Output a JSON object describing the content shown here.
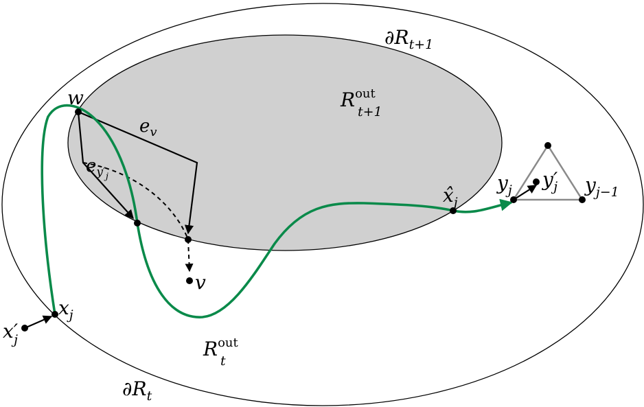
{
  "labels": {
    "outer_boundary": {
      "sym": "∂R",
      "sub": "t+1"
    },
    "inner_region": {
      "sym": "R",
      "sup": "out",
      "sub": "t+1"
    },
    "outer_region": {
      "sym": "R",
      "sup": "out",
      "sub": "t"
    },
    "bottom_boundary": {
      "sym": "∂R",
      "sub": "t"
    },
    "w": "w",
    "e_v": {
      "sym": "e",
      "sub": "v"
    },
    "e_yj": {
      "sym": "e",
      "sub": "y′",
      "subsub": "j"
    },
    "v": "v",
    "x_j": {
      "sym": "x",
      "sub": "j"
    },
    "x_j_prime": {
      "sym": "x′",
      "sub": "j"
    },
    "x_hat_j": {
      "sym": "x̂",
      "sub": "j"
    },
    "y_j": {
      "sym": "y",
      "sub": "j"
    },
    "y_j_prime": {
      "sym": "y′",
      "sub": "j"
    },
    "y_j_minus_1": {
      "sym": "y",
      "sub": "j−1"
    }
  },
  "colors": {
    "path": "#0a8a4a",
    "inner_fill": "#d0d0d0",
    "triangle": "#8a8a8a",
    "stroke": "#000000"
  }
}
